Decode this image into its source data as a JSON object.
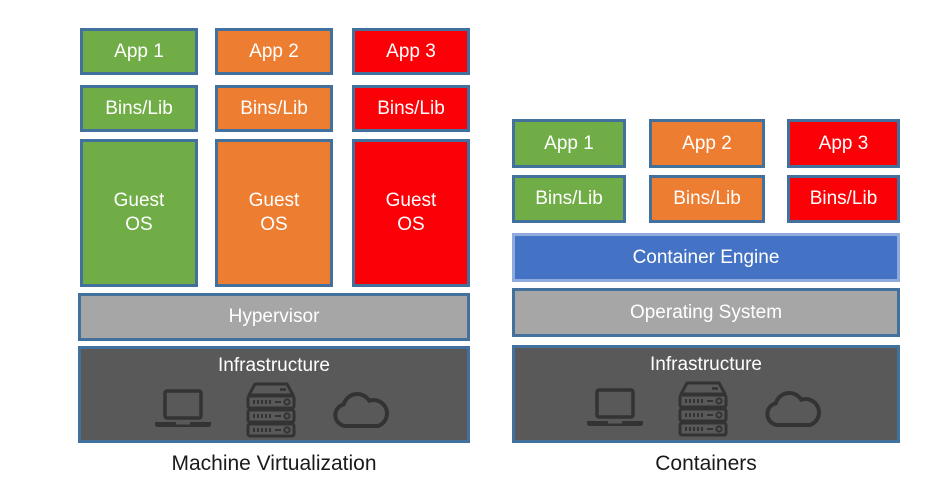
{
  "colors": {
    "green": "#70AD47",
    "orange": "#ED7D31",
    "red": "#FB0007",
    "blue": "#4472C4",
    "light_gray": "#A6A6A6",
    "dark_gray": "#595959",
    "border": "#41719C",
    "engine_border": "#8FAADC",
    "icon": "#333333",
    "text_light": "#FFFFFF",
    "text_dark": "#1A1A1A"
  },
  "left_diagram": {
    "title": "Machine Virtualization",
    "columns": [
      {
        "app": "App 1",
        "bins": "Bins/Lib",
        "guest": "Guest\nOS"
      },
      {
        "app": "App 2",
        "bins": "Bins/Lib",
        "guest": "Guest\nOS"
      },
      {
        "app": "App 3",
        "bins": "Bins/Lib",
        "guest": "Guest\nOS"
      }
    ],
    "hypervisor": "Hypervisor",
    "infrastructure": "Infrastructure"
  },
  "right_diagram": {
    "title": "Containers",
    "columns": [
      {
        "app": "App 1",
        "bins": "Bins/Lib"
      },
      {
        "app": "App 2",
        "bins": "Bins/Lib"
      },
      {
        "app": "App 3",
        "bins": "Bins/Lib"
      }
    ],
    "engine": "Container Engine",
    "os": "Operating System",
    "infrastructure": "Infrastructure"
  },
  "icons": {
    "laptop": "laptop-icon",
    "server": "server-rack-icon",
    "cloud": "cloud-icon"
  }
}
